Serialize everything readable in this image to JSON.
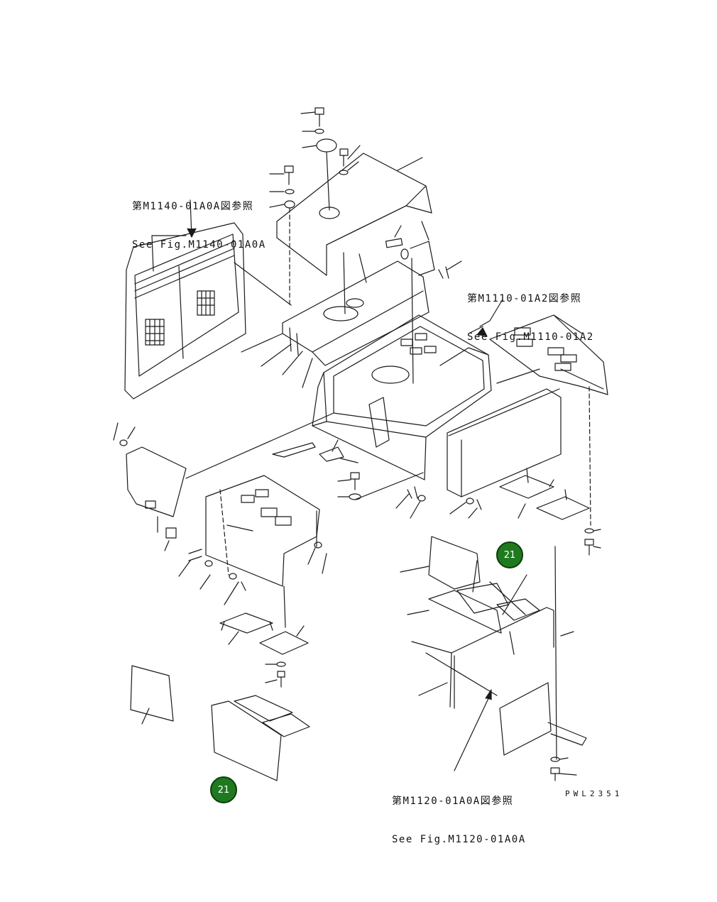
{
  "references": [
    {
      "id": "m1140",
      "jp": "第M1140-01A0A図参照",
      "en": "See Fig.M1140-01A0A"
    },
    {
      "id": "m1110",
      "jp": "第M1110-01A2図参照",
      "en": "See Fig.M1110-01A2"
    },
    {
      "id": "m1120",
      "jp": "第M1120-01A0A図参照",
      "en": "See Fig.M1120-01A0A"
    }
  ],
  "callouts": [
    {
      "id": "upper",
      "label": "21"
    },
    {
      "id": "lower",
      "label": "21"
    }
  ],
  "drawing_code": "PWL2351",
  "colors": {
    "line": "#1a1a1a",
    "badge_fill": "#1f7a1f",
    "badge_text": "#ffffff"
  }
}
